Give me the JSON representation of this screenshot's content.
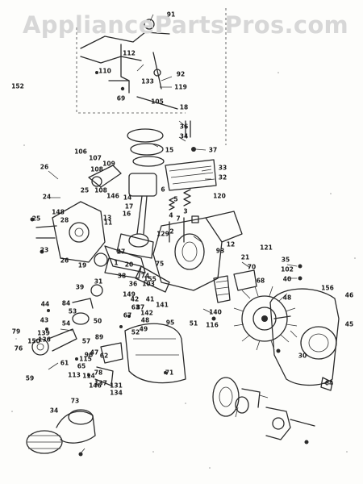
{
  "watermark": "AppliancePartsPros.com",
  "callouts": [
    "91",
    "112",
    "110",
    "133",
    "92",
    "119",
    "105",
    "69",
    "18",
    "152",
    "36",
    "34",
    "37",
    "15",
    "33",
    "32",
    "106",
    "107",
    "109",
    "108",
    "108",
    "26",
    "24",
    "25",
    "146",
    "14",
    "17",
    "16",
    "6",
    "5",
    "4",
    "3",
    "120",
    "148",
    "28",
    "2",
    "7",
    "13",
    "25",
    "23",
    "11",
    "129",
    "26",
    "121",
    "27",
    "12",
    "1",
    "93",
    "21",
    "19",
    "20",
    "36",
    "38",
    "35",
    "75",
    "74",
    "103",
    "102",
    "40",
    "39",
    "31",
    "149",
    "155",
    "70",
    "68",
    "156",
    "48",
    "46",
    "45",
    "44",
    "84",
    "53",
    "54",
    "43",
    "42",
    "41",
    "50",
    "63",
    "87",
    "67",
    "89",
    "52",
    "141",
    "140",
    "139",
    "51",
    "136",
    "79",
    "150",
    "47",
    "142",
    "48",
    "49",
    "62",
    "30",
    "64",
    "59",
    "61",
    "96",
    "57",
    "65",
    "78",
    "95",
    "115",
    "116",
    "114",
    "113",
    "146",
    "137",
    "134",
    "71",
    "76",
    "131",
    "73",
    "34"
  ],
  "colors": {
    "ink": "#2a2a2a",
    "paper": "#fdfdfb",
    "watermark": "#d7d7d7"
  }
}
